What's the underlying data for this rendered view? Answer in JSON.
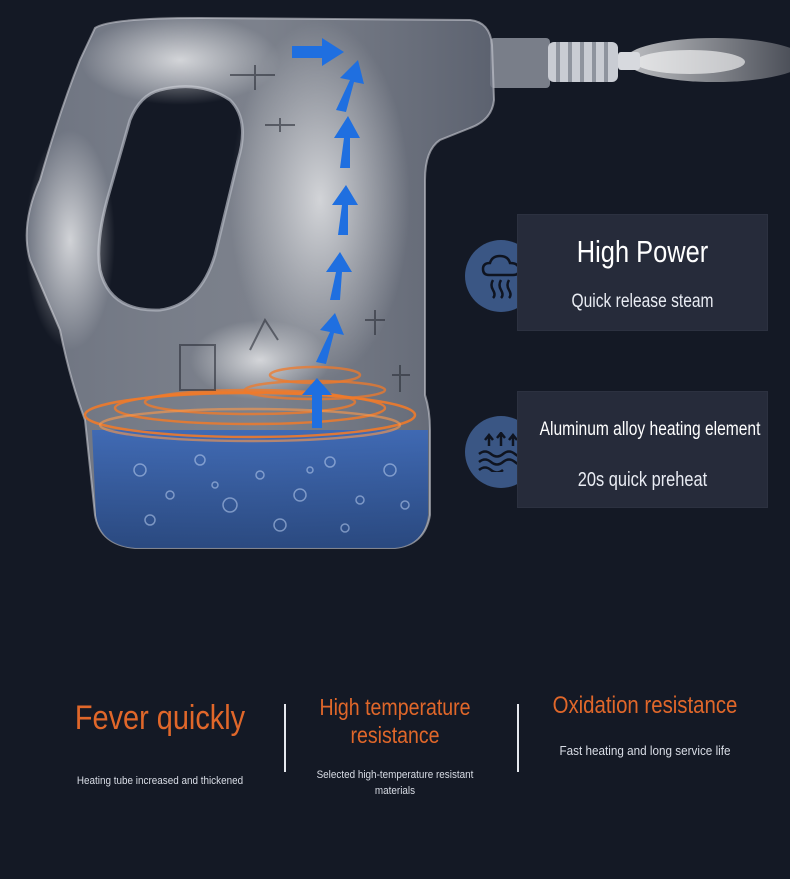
{
  "features": {
    "power": {
      "title": "High Power",
      "subtitle": "Quick release steam",
      "icon": "steam-cloud-icon"
    },
    "heating": {
      "title": "Aluminum alloy heating element",
      "subtitle": "20s quick preheat",
      "icon": "heat-waves-icon"
    }
  },
  "highlights": [
    {
      "title": "Fever quickly",
      "description": "Heating tube increased and thickened"
    },
    {
      "title": "High temperature resistance",
      "description": "Selected high-temperature resistant materials"
    },
    {
      "title": "Oxidation resistance",
      "description": "Fast heating and long service life"
    }
  ],
  "colors": {
    "background": "#141925",
    "accent_orange": "#e0672a",
    "card_bg": "#262b3a",
    "badge_blue": "#3a5684",
    "arrow_blue": "#1f6fe0",
    "water_blue": "#2f5aa8"
  }
}
